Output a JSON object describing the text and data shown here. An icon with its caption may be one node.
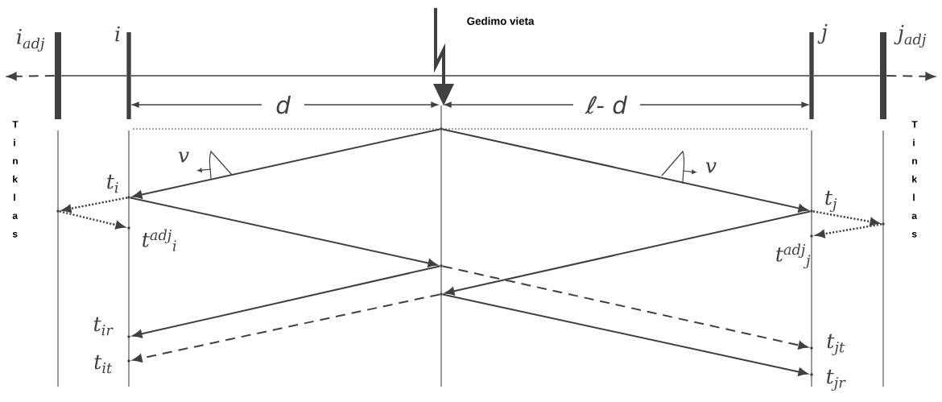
{
  "diagram": {
    "nodes": [
      {
        "text": [
          "i$_{adj}$"
        ]
      },
      {
        "text": [
          "i"
        ]
      },
      {
        "text": [
          "j"
        ]
      },
      {
        "text": [
          "j$_{adj}$"
        ]
      },
      {
        "text": [],
        "shape": "point"
      },
      {
        "text": [],
        "shape": "point",
        "beside": [
          "t$_{i}$"
        ]
      },
      {
        "text": [],
        "shape": "point"
      },
      {
        "text": [],
        "shape": "point",
        "beside": [
          "t$^{adj}$$_{i}$"
        ]
      },
      {
        "text": [],
        "shape": "point"
      },
      {
        "text": [],
        "shape": "point"
      },
      {
        "text": [],
        "shape": "point",
        "beside": [
          "t$_{ir}$"
        ]
      },
      {
        "text": [],
        "shape": "point",
        "beside": [
          "t$_{it}$"
        ]
      },
      {
        "text": [],
        "shape": "point",
        "beside": [
          "t$_{j}$"
        ]
      },
      {
        "text": [],
        "shape": "point"
      },
      {
        "text": [],
        "shape": "point",
        "beside": [
          "t$^{adj}$$_{j}$"
        ]
      },
      {
        "text": [],
        "shape": "point",
        "beside": [
          "t$_{jt}$"
        ]
      },
      {
        "text": [],
        "shape": "point",
        "beside": [
          "t$_{jr}$"
        ]
      }
    ],
    "edges": [
      {
        "from": 0,
        "to": null,
        "arrow": "to",
        "style": "dashed"
      },
      {
        "from": 0,
        "to": 1,
        "arrow": "none"
      },
      {
        "from": 1,
        "to": 2,
        "arrow": "none"
      },
      {
        "from": 2,
        "to": 3,
        "arrow": "none"
      },
      {
        "from": 3,
        "to": null,
        "arrow": "to",
        "style": "dashed"
      },
      {
        "from": 4,
        "to": 5,
        "arrow": "to"
      },
      {
        "from": 4,
        "to": 12,
        "arrow": "to"
      },
      {
        "from": 5,
        "to": 6,
        "arrow": "to",
        "style": "dashed"
      },
      {
        "from": 6,
        "to": 7,
        "arrow": "to",
        "style": "dashed"
      },
      {
        "from": 5,
        "to": 8,
        "arrow": "to"
      },
      {
        "from": 8,
        "to": 10,
        "arrow": "to"
      },
      {
        "from": 9,
        "to": 11,
        "arrow": "to",
        "style": "dashed"
      },
      {
        "from": 12,
        "to": 13,
        "arrow": "to",
        "style": "dashed"
      },
      {
        "from": 13,
        "to": 14,
        "arrow": "to",
        "style": "dashed"
      },
      {
        "from": 12,
        "to": 9,
        "arrow": "to"
      },
      {
        "from": 8,
        "to": 15,
        "arrow": "to",
        "style": "dashed"
      },
      {
        "from": 9,
        "to": 16,
        "arrow": "to"
      }
    ],
    "labels": [
      "Gedimo vieta",
      "d",
      "ℓ- d",
      "Tinklas",
      "Tinklas",
      "v",
      "v"
    ]
  }
}
